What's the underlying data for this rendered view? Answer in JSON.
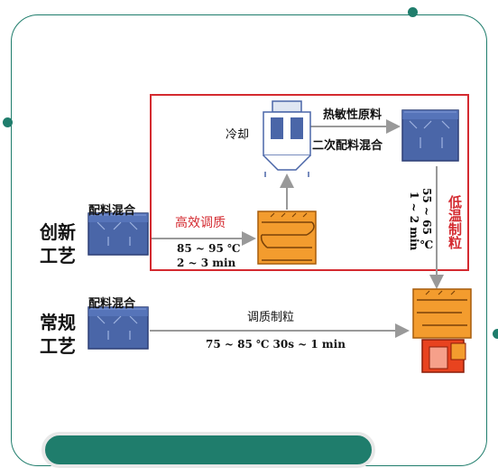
{
  "innovative_process": {
    "line1": "创新",
    "line2": "工艺"
  },
  "conventional_process": {
    "line1": "常规",
    "line2": "工艺"
  },
  "mixing_top": "配料混合",
  "mixing_bottom": "配料混合",
  "conditioning_efficient": "高效调质",
  "conditioning_params": {
    "temp": "85 ~ 95 ℃",
    "time": "2 ~ 3 min"
  },
  "cooling": "冷却",
  "heat_sensitive": "热敏性原料",
  "second_mixing": "二次配料混合",
  "low_temp_pelleting": "低温制粒",
  "low_temp_params": {
    "temp": "55 ~ 65 ℃",
    "time": "1 ~ 2 min"
  },
  "conditioning_pelleting": "调质制粒",
  "conventional_params": "75 ~ 85 ℃   30s ~ 1 min",
  "colors": {
    "frame": "#1f7d6c",
    "highlight_box": "#d42a30",
    "mixer": "#4a66a8",
    "conditioner": "#f39c2e",
    "arrow": "#999999"
  }
}
